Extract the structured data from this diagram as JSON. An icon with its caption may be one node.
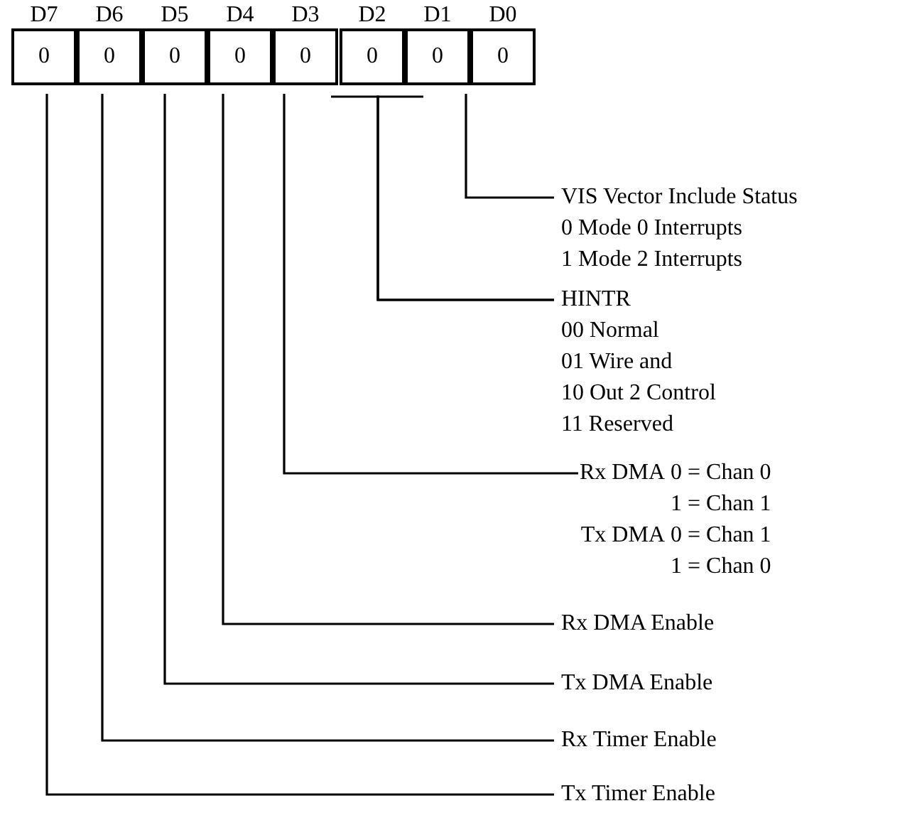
{
  "diagram": {
    "nodes": [
      {
        "text": [
          "D7",
          "0"
        ]
      },
      {
        "text": [
          "D6",
          "0"
        ]
      },
      {
        "text": [
          "D5",
          "0"
        ]
      },
      {
        "text": [
          "D4",
          "0"
        ]
      },
      {
        "text": [
          "D3",
          "0"
        ]
      },
      {
        "text": [
          "D2",
          "0"
        ]
      },
      {
        "text": [
          "D1",
          "0"
        ]
      },
      {
        "text": [
          "D0",
          "0"
        ]
      },
      {
        "text": [
          "VIS Vector Include Status",
          "0 Mode 0 Interrupts",
          "1 Mode 2 Interrupts"
        ]
      },
      {
        "text": [
          "HINTR",
          "00 Normal",
          "01 Wire and",
          "10 Out 2 Control",
          "11 Reserved"
        ]
      },
      {
        "text": [
          "Rx DMA",
          "0 = Chan 0",
          "1 = Chan 1",
          "Tx DMA",
          "0 = Chan 1",
          "1 = Chan 0"
        ]
      },
      {
        "text": [
          "Rx DMA Enable"
        ]
      },
      {
        "text": [
          "Tx DMA Enable"
        ]
      },
      {
        "text": [
          "Rx Timer Enable"
        ]
      },
      {
        "text": [
          "Tx Timer Enable"
        ]
      }
    ],
    "edges": [
      {
        "from": 7,
        "to": 8,
        "arrow": "none"
      },
      {
        "from": 5,
        "to": 9,
        "arrow": "none"
      },
      {
        "from": 6,
        "to": 9,
        "arrow": "none"
      },
      {
        "from": 4,
        "to": 10,
        "arrow": "none"
      },
      {
        "from": 3,
        "to": 11,
        "arrow": "none"
      },
      {
        "from": 2,
        "to": 12,
        "arrow": "none"
      },
      {
        "from": 1,
        "to": 13,
        "arrow": "none"
      },
      {
        "from": 0,
        "to": 14,
        "arrow": "none"
      }
    ]
  }
}
